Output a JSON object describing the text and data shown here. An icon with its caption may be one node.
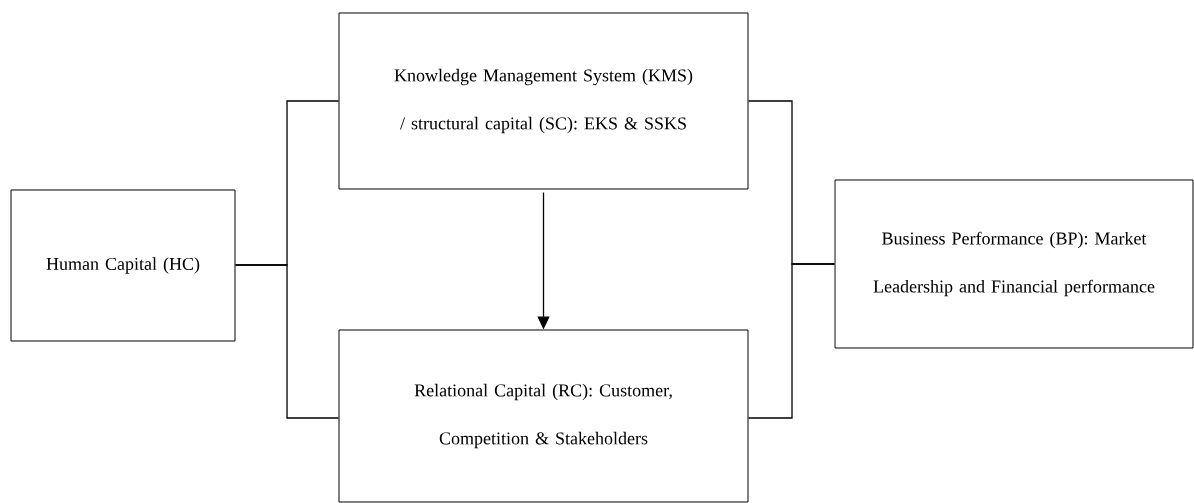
{
  "diagram": {
    "nodes": [
      {
        "text": [
          "Human Capital (HC)"
        ]
      },
      {
        "text": [
          "Knowledge Management System (KMS) / structural capital (SC): EKS & SSKS"
        ]
      },
      {
        "text": [
          "Relational Capital (RC): Customer, Competition & Stakeholders"
        ]
      },
      {
        "text": [
          "Business Performance (BP): Market Leadership and Financial performance"
        ]
      }
    ],
    "edges": [
      {
        "from": 0,
        "to": 1,
        "arrow": "none"
      },
      {
        "from": 0,
        "to": 2,
        "arrow": "none"
      },
      {
        "from": 1,
        "to": 2,
        "arrow": "to"
      },
      {
        "from": 1,
        "to": 3,
        "arrow": "none"
      },
      {
        "from": 2,
        "to": 3,
        "arrow": "none"
      }
    ]
  }
}
